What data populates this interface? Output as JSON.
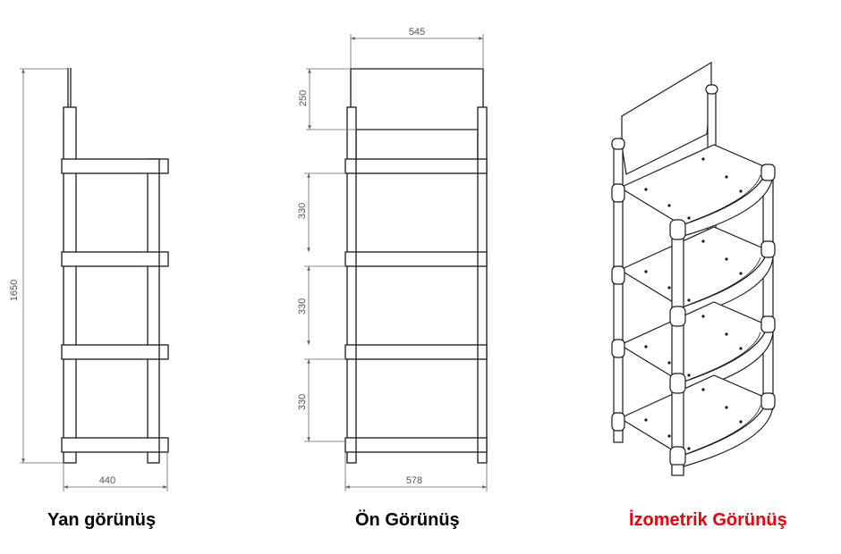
{
  "views": {
    "side": {
      "caption": "Yan görünüş",
      "height_label": "1650",
      "width_label": "440"
    },
    "front": {
      "caption": "Ön Görünüş",
      "top_width_label": "545",
      "sign_height_label": "250",
      "shelf_spacing_labels": [
        "330",
        "330",
        "330"
      ],
      "bottom_width_label": "578"
    },
    "iso": {
      "caption": "İzometrik Görünüş"
    }
  },
  "colors": {
    "line": "#1a1a1a",
    "dimension": "#555555",
    "iso_caption": "#e8000b",
    "caption": "#000000"
  }
}
